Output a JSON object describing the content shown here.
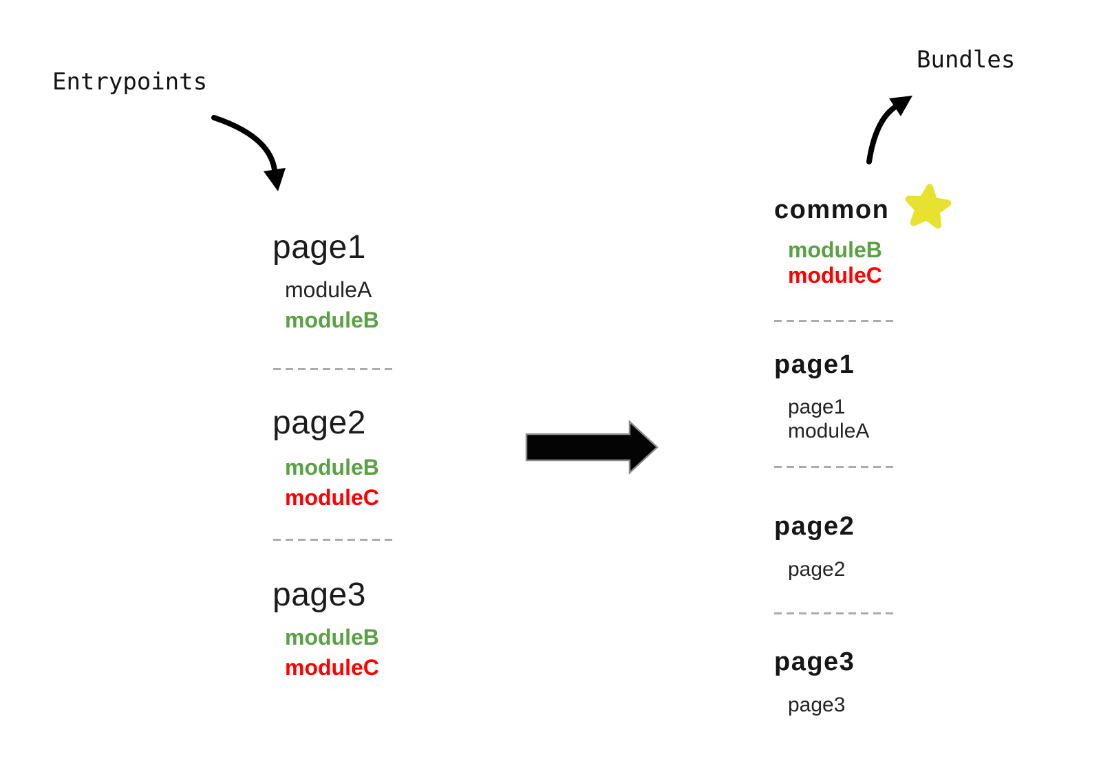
{
  "diagram_title": "Entrypoints to Bundles",
  "colors": {
    "module_green": "#5AA143",
    "module_red": "#FF0000",
    "star_yellow": "#E7E230",
    "arrow_black": "#000000",
    "dash_gray": "#ABABAB",
    "text_black": "#1E1E1E"
  },
  "icons": {
    "star": "star-icon",
    "transform_arrow": "right-block-arrow-icon",
    "entry_arrow": "curved-arrow-down-icon",
    "bundle_arrow": "curved-arrow-up-icon"
  },
  "left": {
    "title": "Entrypoints",
    "groups": [
      {
        "name": "page1",
        "modules": [
          {
            "label": "moduleA",
            "color": "black"
          },
          {
            "label": "moduleB",
            "color": "green"
          }
        ]
      },
      {
        "name": "page2",
        "modules": [
          {
            "label": "moduleB",
            "color": "green"
          },
          {
            "label": "moduleC",
            "color": "red"
          }
        ]
      },
      {
        "name": "page3",
        "modules": [
          {
            "label": "moduleB",
            "color": "green"
          },
          {
            "label": "moduleC",
            "color": "red"
          }
        ]
      }
    ]
  },
  "right": {
    "title": "Bundles",
    "groups": [
      {
        "name": "common",
        "starred": true,
        "modules": [
          {
            "label": "moduleB",
            "color": "green"
          },
          {
            "label": "moduleC",
            "color": "red"
          }
        ]
      },
      {
        "name": "page1",
        "starred": false,
        "modules": [
          {
            "label": "page1",
            "color": "black"
          },
          {
            "label": "moduleA",
            "color": "black"
          }
        ]
      },
      {
        "name": "page2",
        "starred": false,
        "modules": [
          {
            "label": "page2",
            "color": "black"
          }
        ]
      },
      {
        "name": "page3",
        "starred": false,
        "modules": [
          {
            "label": "page3",
            "color": "black"
          }
        ]
      }
    ]
  }
}
